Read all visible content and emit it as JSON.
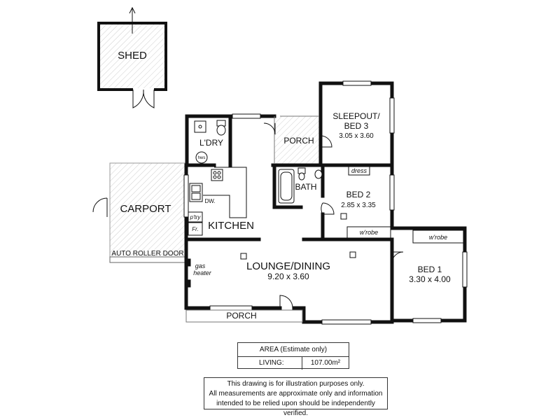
{
  "rooms": {
    "shed": {
      "name": "SHED"
    },
    "carport": {
      "name": "CARPORT",
      "door": "AUTO ROLLER DOOR"
    },
    "laundry": {
      "name": "L'DRY",
      "fixture": "hws"
    },
    "porch_top": {
      "name": "PORCH"
    },
    "sleepout": {
      "name_line1": "SLEEPOUT/",
      "name_line2": "BED 3",
      "size": "3.05 x 3.60"
    },
    "bath": {
      "name": "BATH"
    },
    "bed2": {
      "name": "BED 2",
      "size": "2.85 x 3.35",
      "dress": "dress",
      "wrobe": "w'robe"
    },
    "kitchen": {
      "name": "KITCHEN",
      "dw": "DW.",
      "pantry": "p'try",
      "fridge": "Fr."
    },
    "lounge": {
      "name": "LOUNGE/DINING",
      "size": "9.20 x 3.60",
      "heater_line1": "gas",
      "heater_line2": "heater"
    },
    "bed1": {
      "name": "BED 1",
      "size": "3.30 x 4.00",
      "wrobe": "w'robe"
    },
    "porch_bottom": {
      "name": "PORCH"
    }
  },
  "area": {
    "title": "AREA (Estimate only)",
    "label": "LIVING:",
    "value": "107.00m²"
  },
  "disclaimer": {
    "line1": "This drawing is for illustration purposes only.",
    "line2": "All measurements are approximate only and information",
    "line3": "intended to be relied upon should be independently verified."
  }
}
